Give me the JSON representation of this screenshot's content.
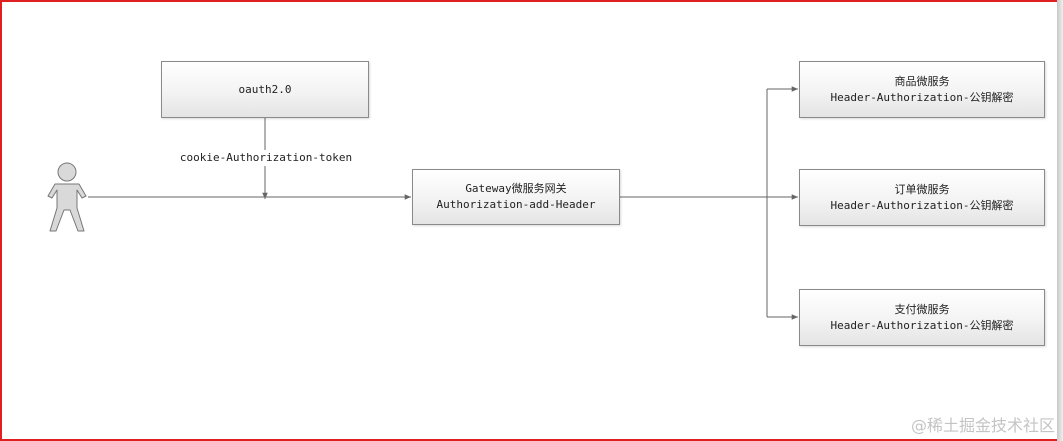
{
  "diagram": {
    "oauth_node": {
      "label": "oauth2.0"
    },
    "edge_label": "cookie-Authorization-token",
    "gateway_node": {
      "line1": "Gateway微服务网关",
      "line2": "Authorization-add-Header"
    },
    "services": [
      {
        "name": "商品微服务",
        "detail": "Header-Authorization-公钥解密"
      },
      {
        "name": "订单微服务",
        "detail": "Header-Authorization-公钥解密"
      },
      {
        "name": "支付微服务",
        "detail": "Header-Authorization-公钥解密"
      }
    ]
  },
  "watermark": "@稀土掘金技术社区",
  "colors": {
    "frame": "#e02020",
    "line": "#666666",
    "box_border": "#8a8a8a",
    "actor_fill": "#d9d9d9",
    "actor_stroke": "#777777"
  },
  "icons": {
    "actor": "user-actor-icon"
  }
}
